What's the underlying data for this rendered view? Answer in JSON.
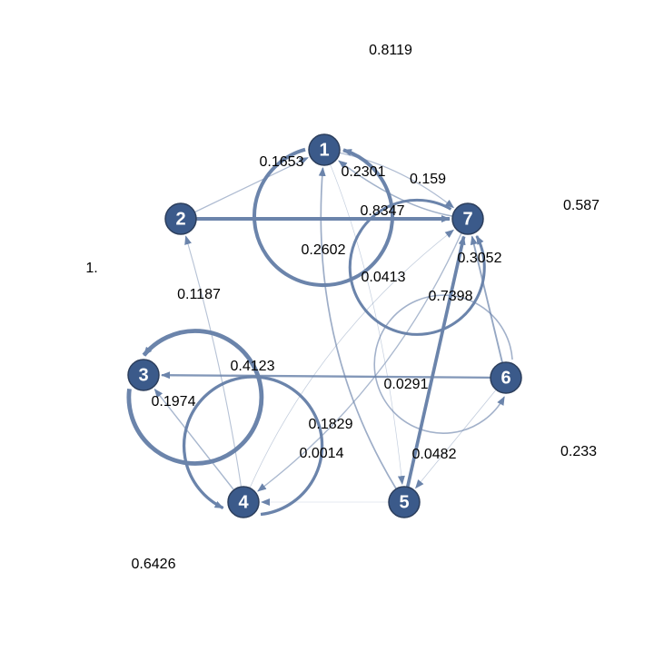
{
  "colors": {
    "edge": "#6b84ab",
    "node_fill": "#3b5a8a",
    "node_stroke": "#ffffff",
    "label": "#000000"
  },
  "nodes": [
    {
      "id": "1",
      "label": "1"
    },
    {
      "id": "2",
      "label": "2"
    },
    {
      "id": "3",
      "label": "3"
    },
    {
      "id": "4",
      "label": "4"
    },
    {
      "id": "5",
      "label": "5"
    },
    {
      "id": "6",
      "label": "6"
    },
    {
      "id": "7",
      "label": "7"
    }
  ],
  "edges": [
    {
      "source": "1",
      "target": "1",
      "weight": 0.8119,
      "label": "0.8119"
    },
    {
      "source": "1",
      "target": "7",
      "weight": 0.159,
      "label": "0.159"
    },
    {
      "source": "7",
      "target": "1",
      "weight": 0.2301,
      "label": "0.2301"
    },
    {
      "source": "2",
      "target": "1",
      "weight": 0.1653,
      "label": "0.1653"
    },
    {
      "source": "2",
      "target": "7",
      "weight": 0.8347,
      "label": "0.8347"
    },
    {
      "source": "7",
      "target": "7",
      "weight": 0.587,
      "label": "0.587"
    },
    {
      "source": "3",
      "target": "3",
      "weight": 1,
      "label": "1."
    },
    {
      "source": "4",
      "target": "2",
      "weight": 0.1187,
      "label": "0.1187"
    },
    {
      "source": "5",
      "target": "1",
      "weight": 0.2602,
      "label": "0.2602"
    },
    {
      "source": "4",
      "target": "7",
      "weight": 0.0413,
      "label": "0.0413"
    },
    {
      "source": "5",
      "target": "7",
      "weight": 0.7398,
      "label": "0.7398"
    },
    {
      "source": "6",
      "target": "7",
      "weight": 0.3052,
      "label": "0.3052"
    },
    {
      "source": "6",
      "target": "3",
      "weight": 0.4123,
      "label": "0.4123"
    },
    {
      "source": "1",
      "target": "5",
      "weight": 0.0291,
      "label": "0.0291"
    },
    {
      "source": "4",
      "target": "3",
      "weight": 0.1974,
      "label": "0.1974"
    },
    {
      "source": "7",
      "target": "4",
      "weight": 0.1829,
      "label": "0.1829"
    },
    {
      "source": "4",
      "target": "4",
      "weight": 0.6426,
      "label": "0.6426"
    },
    {
      "source": "5",
      "target": "4",
      "weight": 0.0014,
      "label": "0.0014"
    },
    {
      "source": "6",
      "target": "5",
      "weight": 0.0482,
      "label": "0.0482"
    },
    {
      "source": "6",
      "target": "6",
      "weight": 0.233,
      "label": "0.233"
    }
  ]
}
